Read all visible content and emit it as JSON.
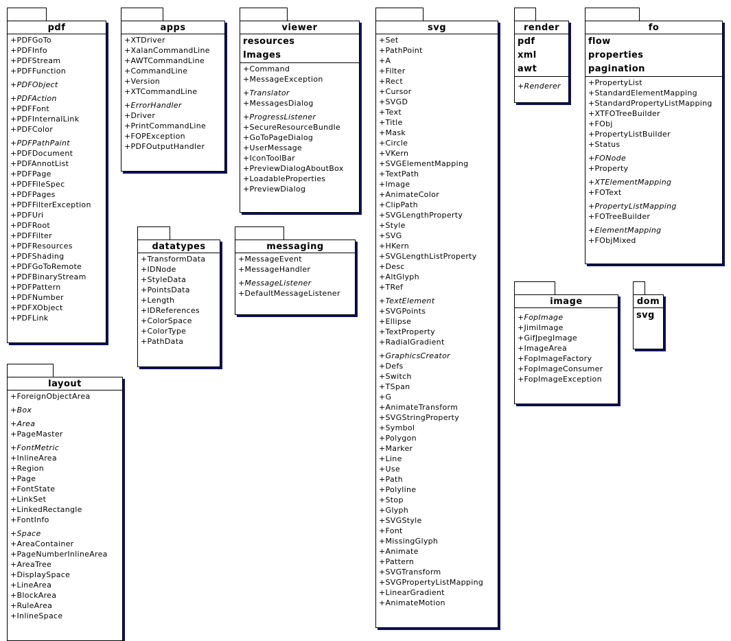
{
  "packages": [
    {
      "id": "pdf",
      "name": "pdf",
      "subpackages": [],
      "classes": [
        {
          "label": "+PDFGoTo"
        },
        {
          "label": "+PDFInfo"
        },
        {
          "label": "+PDFStream"
        },
        {
          "label": "+PDFFunction"
        },
        {
          "label": "+PDFObject",
          "abstract": true
        },
        {
          "label": "+PDFAction",
          "abstract": true
        },
        {
          "label": "+PDFFont"
        },
        {
          "label": "+PDFInternalLink"
        },
        {
          "label": "+PDFColor"
        },
        {
          "label": "+PDFPathPaint",
          "abstract": true
        },
        {
          "label": "+PDFDocument"
        },
        {
          "label": "+PDFAnnotList"
        },
        {
          "label": "+PDFPage"
        },
        {
          "label": "+PDFFileSpec"
        },
        {
          "label": "+PDFPages"
        },
        {
          "label": "+PDFFilterException"
        },
        {
          "label": "+PDFUri"
        },
        {
          "label": "+PDFRoot"
        },
        {
          "label": "+PDFFilter"
        },
        {
          "label": "+PDFResources"
        },
        {
          "label": "+PDFShading"
        },
        {
          "label": "+PDFGoToRemote"
        },
        {
          "label": "+PDFBinaryStream"
        },
        {
          "label": "+PDFPattern"
        },
        {
          "label": "+PDFNumber"
        },
        {
          "label": "+PDFXObject"
        },
        {
          "label": "+PDFLink"
        }
      ]
    },
    {
      "id": "apps",
      "name": "apps",
      "subpackages": [],
      "classes": [
        {
          "label": "+XTDriver"
        },
        {
          "label": "+XalanCommandLine"
        },
        {
          "label": "+AWTCommandLine"
        },
        {
          "label": "+CommandLine"
        },
        {
          "label": "+Version"
        },
        {
          "label": "+XTCommandLine"
        },
        {
          "label": "+ErrorHandler",
          "abstract": true
        },
        {
          "label": "+Driver"
        },
        {
          "label": "+PrintCommandLine"
        },
        {
          "label": "+FOPException"
        },
        {
          "label": "+PDFOutputHandler"
        }
      ]
    },
    {
      "id": "viewer",
      "name": "viewer",
      "subpackages": [
        "resources",
        "Images"
      ],
      "classes": [
        {
          "label": "+Command"
        },
        {
          "label": "+MessageException"
        },
        {
          "label": "+Translator",
          "abstract": true
        },
        {
          "label": "+MessagesDialog"
        },
        {
          "label": "+ProgressListener",
          "abstract": true
        },
        {
          "label": "+SecureResourceBundle"
        },
        {
          "label": "+GoToPageDialog"
        },
        {
          "label": "+UserMessage"
        },
        {
          "label": "+IconToolBar"
        },
        {
          "label": "+PreviewDialogAboutBox"
        },
        {
          "label": "+LoadableProperties"
        },
        {
          "label": "+PreviewDialog"
        }
      ]
    },
    {
      "id": "svg",
      "name": "svg",
      "subpackages": [],
      "classes": [
        {
          "label": "+Set"
        },
        {
          "label": "+PathPoint"
        },
        {
          "label": "+A"
        },
        {
          "label": "+Filter"
        },
        {
          "label": "+Rect"
        },
        {
          "label": "+Cursor"
        },
        {
          "label": "+SVGD"
        },
        {
          "label": "+Text"
        },
        {
          "label": "+Title"
        },
        {
          "label": "+Mask"
        },
        {
          "label": "+Circle"
        },
        {
          "label": "+VKern"
        },
        {
          "label": "+SVGElementMapping"
        },
        {
          "label": "+TextPath"
        },
        {
          "label": "+Image"
        },
        {
          "label": "+AnimateColor"
        },
        {
          "label": "+ClipPath"
        },
        {
          "label": "+SVGLengthProperty"
        },
        {
          "label": "+Style"
        },
        {
          "label": "+SVG"
        },
        {
          "label": "+HKern"
        },
        {
          "label": "+SVGLengthListProperty"
        },
        {
          "label": "+Desc"
        },
        {
          "label": "+AltGlyph"
        },
        {
          "label": "+TRef"
        },
        {
          "label": "+TextElement",
          "abstract": true
        },
        {
          "label": "+SVGPoints"
        },
        {
          "label": "+Ellipse"
        },
        {
          "label": "+TextProperty"
        },
        {
          "label": "+RadialGradient"
        },
        {
          "label": "+GraphicsCreator",
          "abstract": true
        },
        {
          "label": "+Defs"
        },
        {
          "label": "+Switch"
        },
        {
          "label": "+TSpan"
        },
        {
          "label": "+G"
        },
        {
          "label": "+AnimateTransform"
        },
        {
          "label": "+SVGStringProperty"
        },
        {
          "label": "+Symbol"
        },
        {
          "label": "+Polygon"
        },
        {
          "label": "+Marker"
        },
        {
          "label": "+Line"
        },
        {
          "label": "+Use"
        },
        {
          "label": "+Path"
        },
        {
          "label": "+Polyline"
        },
        {
          "label": "+Stop"
        },
        {
          "label": "+Glyph"
        },
        {
          "label": "+SVGStyle"
        },
        {
          "label": "+Font"
        },
        {
          "label": "+MissingGlyph"
        },
        {
          "label": "+Animate"
        },
        {
          "label": "+Pattern"
        },
        {
          "label": "+SVGTransform"
        },
        {
          "label": "+SVGPropertyListMapping"
        },
        {
          "label": "+LinearGradient"
        },
        {
          "label": "+AnimateMotion"
        }
      ]
    },
    {
      "id": "render",
      "name": "render",
      "subpackages": [
        "pdf",
        "xml",
        "awt"
      ],
      "classes": [
        {
          "label": "+Renderer",
          "abstract": true
        }
      ]
    },
    {
      "id": "fo",
      "name": "fo",
      "subpackages": [
        "flow",
        "properties",
        "pagination"
      ],
      "classes": [
        {
          "label": "+PropertyList"
        },
        {
          "label": "+StandardElementMapping"
        },
        {
          "label": "+StandardPropertyListMapping"
        },
        {
          "label": "+XTFOTreeBuilder"
        },
        {
          "label": "+FObj"
        },
        {
          "label": "+PropertyListBuilder"
        },
        {
          "label": "+Status"
        },
        {
          "label": "+FONode",
          "abstract": true
        },
        {
          "label": "+Property"
        },
        {
          "label": "+XTElementMapping",
          "abstract": true
        },
        {
          "label": "+FOText"
        },
        {
          "label": "+PropertyListMapping",
          "abstract": true
        },
        {
          "label": "+FOTreeBuilder"
        },
        {
          "label": "+ElementMapping",
          "abstract": true
        },
        {
          "label": "+FObjMixed"
        }
      ]
    },
    {
      "id": "datatypes",
      "name": "datatypes",
      "subpackages": [],
      "classes": [
        {
          "label": "+TransformData"
        },
        {
          "label": "+IDNode"
        },
        {
          "label": "+StyleData"
        },
        {
          "label": "+PointsData"
        },
        {
          "label": "+Length"
        },
        {
          "label": "+IDReferences"
        },
        {
          "label": "+ColorSpace"
        },
        {
          "label": "+ColorType"
        },
        {
          "label": "+PathData"
        }
      ]
    },
    {
      "id": "messaging",
      "name": "messaging",
      "subpackages": [],
      "classes": [
        {
          "label": "+MessageEvent"
        },
        {
          "label": "+MessageHandler"
        },
        {
          "label": "+MessageListener",
          "abstract": true
        },
        {
          "label": "+DefaultMessageListener"
        }
      ]
    },
    {
      "id": "image",
      "name": "image",
      "subpackages": [],
      "classes": [
        {
          "label": "+FopImage",
          "abstract": true
        },
        {
          "label": "+JimiImage"
        },
        {
          "label": "+GifJpegImage"
        },
        {
          "label": "+ImageArea"
        },
        {
          "label": "+FopImageFactory"
        },
        {
          "label": "+FopImageConsumer"
        },
        {
          "label": "+FopImageException"
        }
      ]
    },
    {
      "id": "dom",
      "name": "dom",
      "subpackages": [
        "svg"
      ],
      "classes": []
    },
    {
      "id": "layout",
      "name": "layout",
      "subpackages": [],
      "classes": [
        {
          "label": "+ForeignObjectArea"
        },
        {
          "label": "+Box",
          "abstract": true
        },
        {
          "label": "+Area",
          "abstract": true
        },
        {
          "label": "+PageMaster"
        },
        {
          "label": "+FontMetric",
          "abstract": true
        },
        {
          "label": "+InlineArea"
        },
        {
          "label": "+Region"
        },
        {
          "label": "+Page"
        },
        {
          "label": "+FontState"
        },
        {
          "label": "+LinkSet"
        },
        {
          "label": "+LinkedRectangle"
        },
        {
          "label": "+FontInfo"
        },
        {
          "label": "+Space",
          "abstract": true
        },
        {
          "label": "+AreaContainer"
        },
        {
          "label": "+PageNumberInlineArea"
        },
        {
          "label": "+AreaTree"
        },
        {
          "label": "+DisplaySpace"
        },
        {
          "label": "+LineArea"
        },
        {
          "label": "+BlockArea"
        },
        {
          "label": "+RuleArea"
        },
        {
          "label": "+InlineSpace"
        }
      ]
    }
  ]
}
